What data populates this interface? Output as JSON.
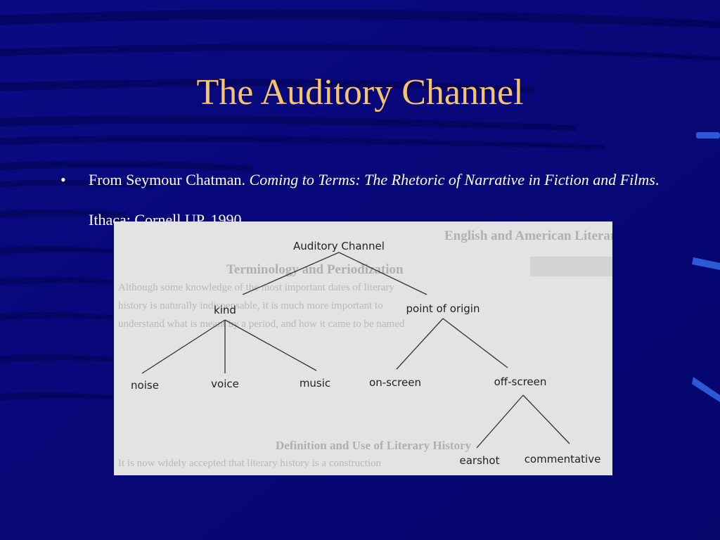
{
  "slide": {
    "title": "The Auditory Channel",
    "bullet": {
      "symbol": "•",
      "text_plain": "From Seymour Chatman. ",
      "text_italic": "Coming to Terms: The Rhetoric of Narrative in Fiction and Films",
      "text_after": ". Ithaca: Cornell UP, 1990",
      "text_end": "."
    }
  },
  "colors": {
    "background": "#04047a",
    "title": "#f7c46a",
    "body_text": "#ffffff",
    "figure_bg": "#e3e3e3"
  },
  "diagram": {
    "root": "Auditory Channel",
    "kind": "kind",
    "point_of_origin": "point of origin",
    "noise": "noise",
    "voice": "voice",
    "music": "music",
    "on_screen": "on-screen",
    "off_screen": "off-screen",
    "earshot": "earshot",
    "commentative": "commentative"
  },
  "bleed_through": {
    "heading_1": "English and American Literary History,",
    "heading_2": "Terminology and Periodization",
    "line_1": "Although some knowledge of the most important dates of literary",
    "line_2": "history is naturally indispensable, it is much more important to",
    "line_3": "understand what is meant by a period, and how it came to be named",
    "heading_3": "Definition and Use of Literary History",
    "line_4": "It is now widely accepted that literary history is a construction"
  }
}
